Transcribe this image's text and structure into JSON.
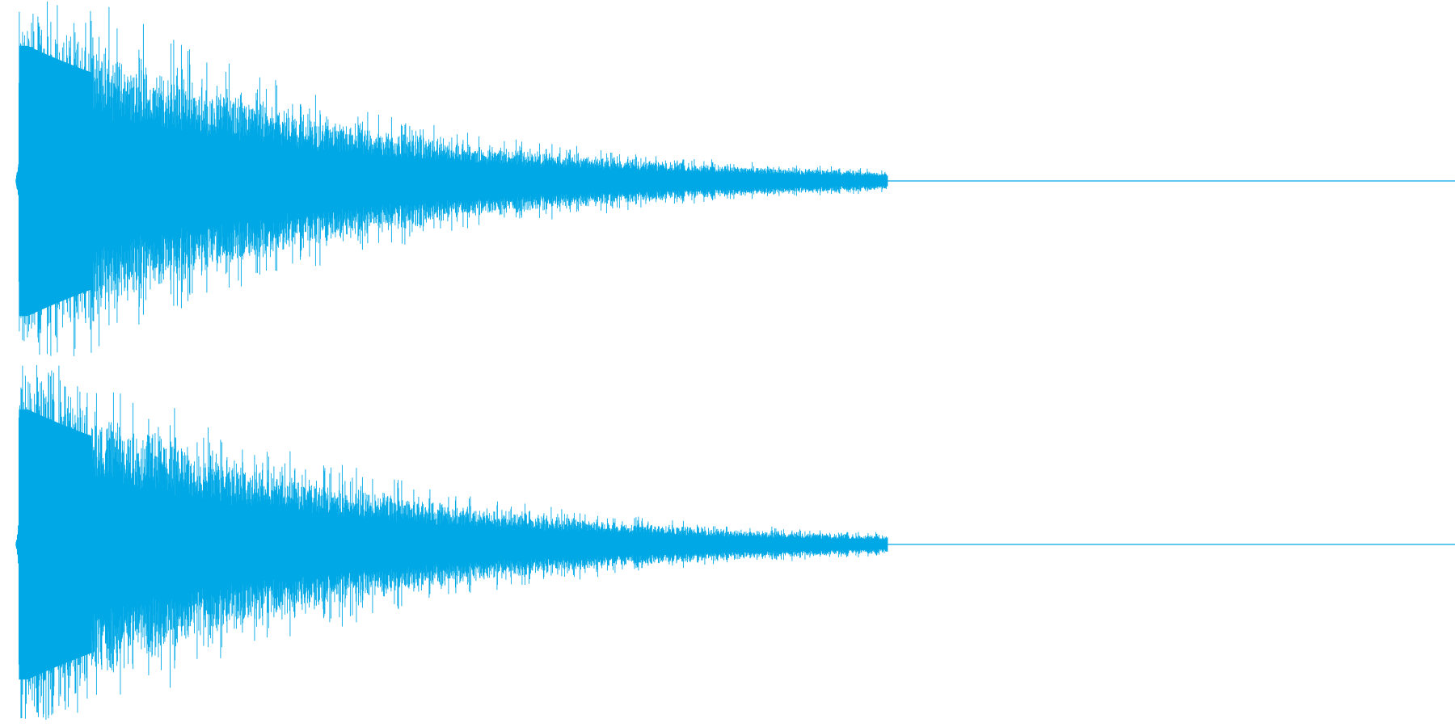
{
  "colors": {
    "background": "#ffffff",
    "waveform": "#00a9e6"
  },
  "waveform": {
    "channels": [
      {
        "name": "",
        "peak_level": 1.0,
        "decay_constant": 0.2
      },
      {
        "name": "",
        "peak_level": 1.0,
        "decay_constant": 0.2
      }
    ],
    "onset_fraction": 0.013,
    "sustain_fraction": 0.006,
    "tail_end_fraction": 0.61
  }
}
